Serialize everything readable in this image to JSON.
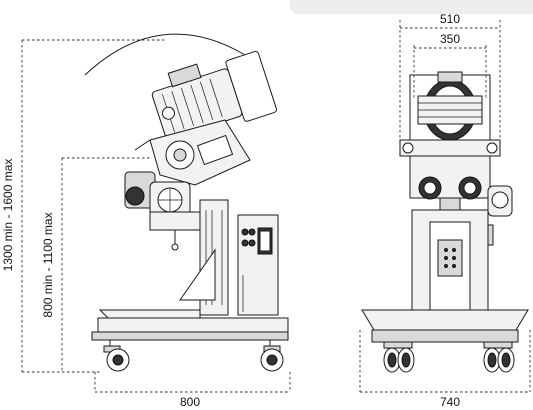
{
  "dimensions": {
    "overall_height": "1300 min - 1600 max",
    "table_height": "800 min - 1100 max",
    "side_depth": "800",
    "front_width": "740",
    "top_width_outer": "510",
    "top_width_inner": "350"
  }
}
